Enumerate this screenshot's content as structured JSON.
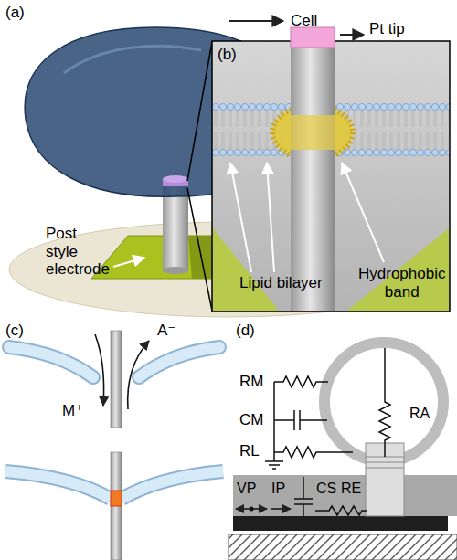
{
  "diagram": {
    "labels": [
      "(a)",
      "Cell",
      "(b)",
      "Pt tip",
      "Post style electrode",
      "Lipid bilayer",
      "Hydrophobic band",
      "(c)",
      "M⁺",
      "A⁻",
      "(d)",
      "RM",
      "CM",
      "RL",
      "RA",
      "VP",
      "IP",
      "CS",
      "RE"
    ]
  }
}
